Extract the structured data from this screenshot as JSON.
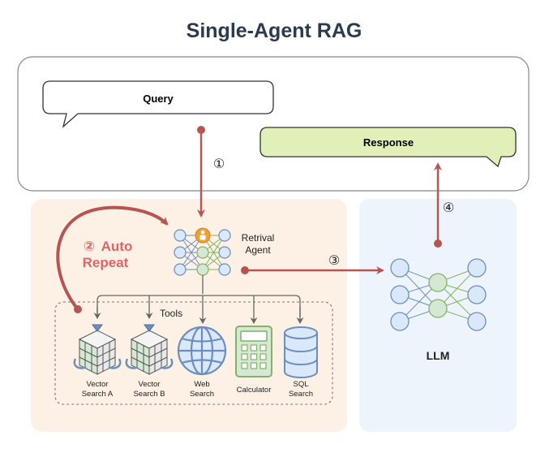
{
  "title": "Single-Agent RAG",
  "query_label": "Query",
  "response_label": "Response",
  "agent_label_line1": "Retrival",
  "agent_label_line2": "Agent",
  "auto_repeat_number": "②",
  "auto_repeat_line1": "Auto",
  "auto_repeat_line2": "Repeat",
  "step1": "①",
  "step3": "③",
  "step4": "④",
  "tools_label": "Tools",
  "llm_label": "LLM",
  "tools": [
    {
      "line1": "Vector",
      "line2": "Search A",
      "icon": "vector-db-icon"
    },
    {
      "line1": "Vector",
      "line2": "Search B",
      "icon": "vector-db-icon"
    },
    {
      "line1": "Web",
      "line2": "Search",
      "icon": "globe-icon"
    },
    {
      "line1": "Calculator",
      "line2": "",
      "icon": "calculator-icon"
    },
    {
      "line1": "SQL",
      "line2": "Search",
      "icon": "database-icon"
    }
  ],
  "colors": {
    "arrow_red": "#b85450",
    "agent_panel": "#fdf1e6",
    "llm_panel": "#eef4fc",
    "response_fill": "#e0f0b8",
    "node_blue": "#dae8fc",
    "node_blue_stroke": "#6c8ebf",
    "node_green": "#d5e8d4",
    "node_green_stroke": "#82b366",
    "agent_badge": "#f0a030"
  }
}
